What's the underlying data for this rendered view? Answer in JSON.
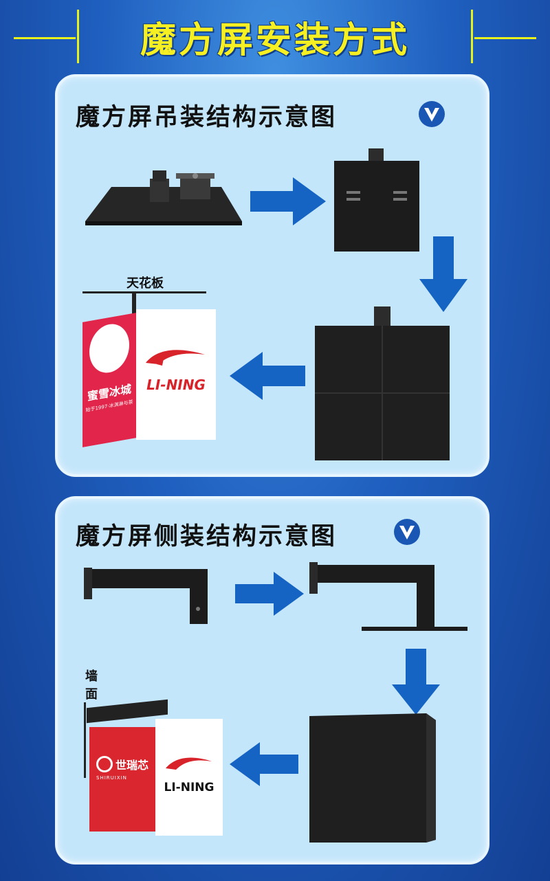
{
  "header": {
    "title": "魔方屏安装方式"
  },
  "section1": {
    "title": "魔方屏吊装结构示意图",
    "ceiling_label": "天花板",
    "brand_left_name": "蜜雪冰城",
    "brand_left_tagline": "始于1997·冰淇淋与茶",
    "brand_right_name": "LI-NING"
  },
  "section2": {
    "title": "魔方屏侧装结构示意图",
    "wall_label": "墙面",
    "brand_left_name": "世瑞芯",
    "brand_left_sub": "SHIRUIXIN",
    "brand_right_name": "LI-NING"
  },
  "colors": {
    "title_yellow": "#f6ef22",
    "panel_bg": "#c4e6fb",
    "arrow_blue": "#1563c2",
    "mixue_red": "#e2264b",
    "lining_red": "#d8232a"
  },
  "icons": [
    "v-check-icon",
    "arrow-right-icon",
    "arrow-down-icon",
    "arrow-left-icon"
  ]
}
